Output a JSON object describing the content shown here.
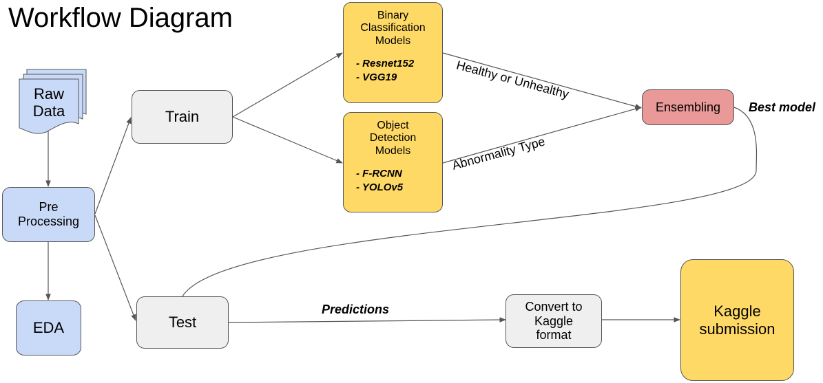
{
  "title": "Workflow Diagram",
  "nodes": {
    "raw_data": "Raw\nData",
    "pre_processing": "Pre\nProcessing",
    "eda": "EDA",
    "train": "Train",
    "test": "Test",
    "binary": {
      "title": "Binary\nClassification\nModels",
      "models": [
        "- Resnet152",
        "- VGG19"
      ]
    },
    "object": {
      "title": "Object\nDetection\nModels",
      "models": [
        "- F-RCNN",
        "- YOLOv5"
      ]
    },
    "ensembling": "Ensembling",
    "convert": "Convert to\nKaggle\nformat",
    "kaggle": "Kaggle\nsubmission"
  },
  "edge_labels": {
    "healthy": "Healthy or Unhealthy",
    "abnormality": "Abnormality Type",
    "best_model": "Best model",
    "predictions": "Predictions"
  },
  "colors": {
    "blue": "#c9daf8",
    "gray": "#efefef",
    "yellow": "#ffd966",
    "red": "#ea9999",
    "line": "#555555"
  }
}
